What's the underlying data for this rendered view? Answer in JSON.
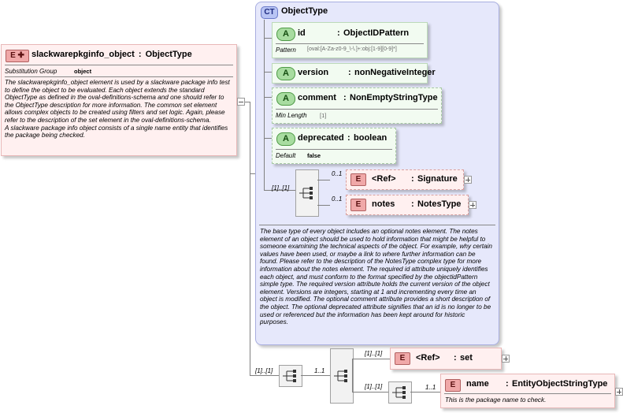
{
  "root": {
    "badge": "E",
    "title": "slackwarepkginfo_object",
    "type_sep": ":",
    "type": "ObjectType",
    "prop_label": "Substitution Group",
    "prop_value": "object",
    "doc": "The slackwarepkginfo_object element is used by a slackware package info test to define the object to be evaluated. Each object extends the standard ObjectType as defined in the oval-definitions-schema and one should refer to the ObjectType description for more information. The common set element allows complex objects to be created using filters and set logic. Again, please refer to the description of the set element in the oval-definitions-schema.\nA slackware package info object consists of a single name entity that identifies the package being checked."
  },
  "complex_type": {
    "badge": "CT",
    "title": "ObjectType",
    "attributes": [
      {
        "badge": "A",
        "name": "id",
        "sep": ":",
        "type": "ObjectIDPattern",
        "prop_label": "Pattern",
        "prop_value": "[oval:[A-Za-z0-9_\\-\\.]+:obj:[1-9][0-9]*]"
      },
      {
        "badge": "A",
        "name": "version",
        "sep": ":",
        "type": "nonNegativeInteger"
      },
      {
        "badge": "A",
        "name": "comment",
        "sep": ":",
        "type": "NonEmptyStringType",
        "prop_label": "Min Length",
        "prop_value": "[1]"
      },
      {
        "badge": "A",
        "name": "deprecated",
        "sep": ":",
        "type": "boolean",
        "prop_label": "Default",
        "prop_value": "false"
      }
    ],
    "seq_card": "[1]..[1]",
    "children": [
      {
        "badge": "E",
        "card": "0..1",
        "name": "<Ref>",
        "sep": ":",
        "type": "Signature"
      },
      {
        "badge": "E",
        "card": "0..1",
        "name": "notes",
        "sep": ":",
        "type": "NotesType"
      }
    ],
    "doc": "The base type of every object includes an optional notes element. The notes element of an object should be used to hold information that might be helpful to someone examining the technical aspects of the object. For example, why certain values have been used, or maybe a link to where further information can be found. Please refer to the description of the NotesType complex type for more information about the notes element. The required id attribute uniquely identifies each object, and must conform to the format specified by the objectidPattern simple type. The required version attribute holds the current version of the object element. Versions are integers, starting at 1 and incrementing every time an object is modified. The optional comment attribute provides a short description of the object. The optional deprecated attribute signifies that an id is no longer to be used or referenced but the information has been kept around for historic purposes."
  },
  "bottom": {
    "seq1_card": "[1]..[1]",
    "choice_card": "1..1",
    "set": {
      "badge": "E",
      "card": "[1]..[1]",
      "name": "<Ref>",
      "sep": ":",
      "type": "set"
    },
    "seq2_card": "[1]..[1]",
    "name_elem": {
      "badge": "E",
      "card": "1..1",
      "name": "name",
      "sep": ":",
      "type": "EntityObjectStringType",
      "doc": "This is the package name to check."
    }
  },
  "colors": {
    "element_fill": "#fff0f0",
    "attribute_fill": "#f2fbf1",
    "complex_type_fill": "#e6e8fb",
    "line": "#808080"
  }
}
